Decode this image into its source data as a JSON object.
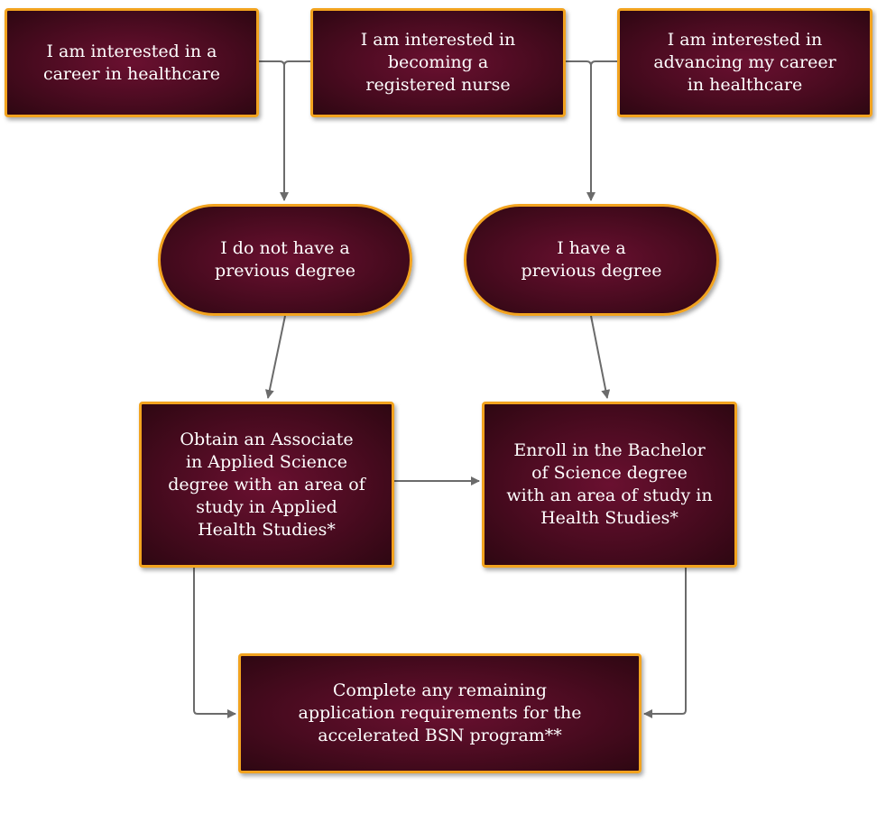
{
  "flowchart": {
    "start_nodes": [
      {
        "label": "I am interested in a\ncareer in healthcare"
      },
      {
        "label": "I am interested in\nbecoming a\nregistered nurse"
      },
      {
        "label": "I am interested in\nadvancing my career\nin healthcare"
      }
    ],
    "decision_nodes": [
      {
        "label": "I do not have a\nprevious degree"
      },
      {
        "label": "I have a\nprevious degree"
      }
    ],
    "step_nodes": [
      {
        "label": "Obtain an Associate\nin Applied Science\ndegree with an area of\nstudy in Applied\nHealth Studies*"
      },
      {
        "label": "Enroll in the Bachelor\nof Science degree\nwith an area of study in\nHealth Studies*"
      }
    ],
    "final_node": {
      "label": "Complete any remaining\napplication requirements for the\naccelerated BSN program**"
    }
  },
  "colors": {
    "node_fill": "#4a0b20",
    "node_border": "#f2a31f",
    "connector": "#6b6b6b"
  }
}
